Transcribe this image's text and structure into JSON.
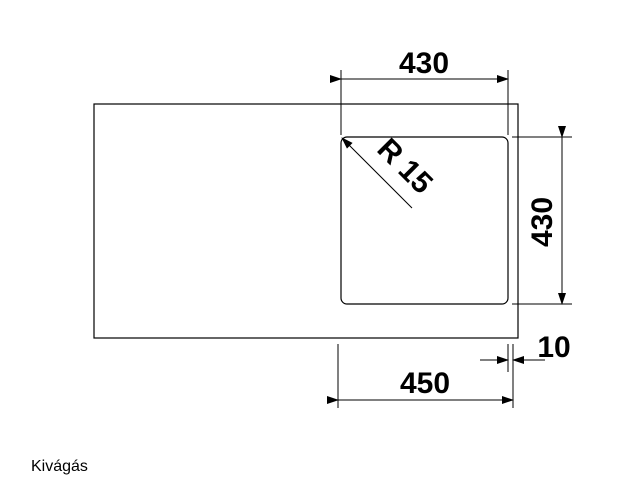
{
  "diagram": {
    "caption": "Kivágás",
    "dimensions": {
      "top_width": "430",
      "right_height": "430",
      "radius": "R 15",
      "bottom_width": "450",
      "offset": "10"
    }
  }
}
